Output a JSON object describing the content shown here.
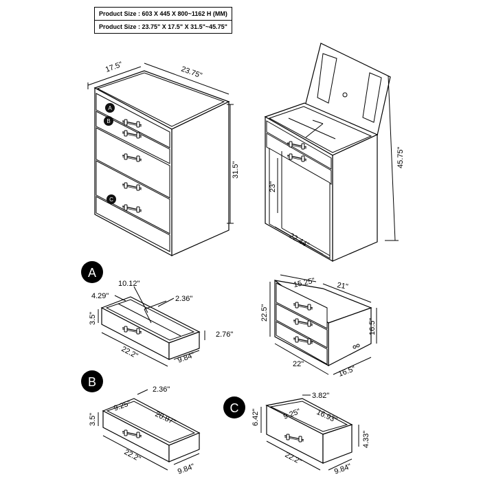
{
  "spec_table": {
    "row_mm": "Product Size : 603 X 445 X 800~1162 H (MM)",
    "row_in": "Product Size : 23.75\" X 17.5\" X 31.5\"~45.75\""
  },
  "chest": {
    "depth": "17.5\"",
    "width": "23.75\"",
    "height": "31.5\"",
    "badge_a": "A",
    "badge_b": "B",
    "badge_c": "C"
  },
  "vanity": {
    "height_open": "45.75\"",
    "leg_height": "23\"",
    "knee_width": "22.44\""
  },
  "section_a": {
    "label": "A",
    "d_10_12": "10.12\"",
    "d_4_29": "4.29\"",
    "d_2_36": "2.36\"",
    "d_3_5": "3.5\"",
    "d_2_76": "2.76\"",
    "d_22_2": "22.2\"",
    "d_9_84": "9.84\""
  },
  "closed_vanity": {
    "top_depth": "15.25\"",
    "top_width": "21\"",
    "height": "22.5\"",
    "side_height": "16.5\"",
    "front_width": "22\"",
    "side_depth": "16.5\""
  },
  "section_b": {
    "label": "B",
    "d_2_36": "2.36\"",
    "d_9_25": "9.25\"",
    "d_20_87": "20.87\"",
    "d_3_5": "3.5\"",
    "d_22_2": "22.2\"",
    "d_9_84": "9.84\""
  },
  "section_c": {
    "label": "C",
    "d_3_82": "3.82\"",
    "d_9_25": "9.25\"",
    "d_16_93": "16.93\"",
    "d_6_42": "6.42\"",
    "d_4_33": "4.33\"",
    "d_22_2": "22.2\"",
    "d_9_84": "9.84\""
  }
}
